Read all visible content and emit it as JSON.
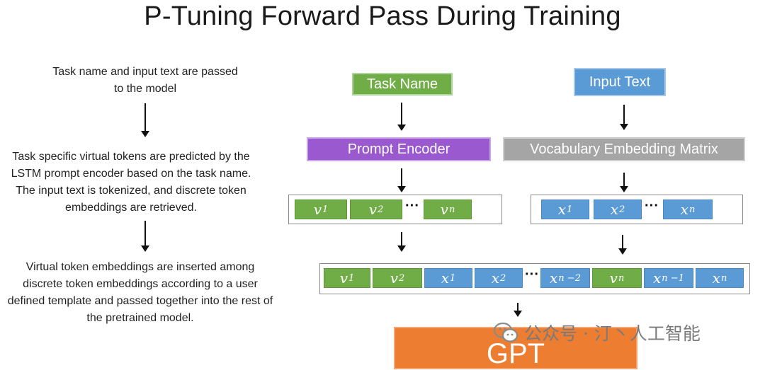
{
  "title": "P-Tuning Forward Pass During Training",
  "steps": [
    "Task name and input text are passed to the model",
    "Task specific virtual tokens are predicted by the LSTM prompt encoder based on the task name. The input text is tokenized, and discrete token embeddings are retrieved.",
    "Virtual token embeddings are inserted among discrete token embeddings according to a user defined template and passed together into the rest of the pretrained model."
  ],
  "boxes": {
    "task_name": "Task Name",
    "input_text": "Input Text",
    "prompt_encoder": "Prompt Encoder",
    "vocab_matrix": "Vocabulary Embedding Matrix",
    "gpt": "GPT"
  },
  "virtual_tokens": [
    {
      "base": "v",
      "sub": "1"
    },
    {
      "base": "v",
      "sub": "2"
    },
    {
      "base": "v",
      "sub": "n"
    }
  ],
  "input_tokens": [
    {
      "base": "x",
      "sub": "1"
    },
    {
      "base": "x",
      "sub": "2"
    },
    {
      "base": "x",
      "sub": "n"
    }
  ],
  "combined_tokens": [
    {
      "base": "v",
      "sub": "1",
      "kind": "virtual"
    },
    {
      "base": "v",
      "sub": "2",
      "kind": "virtual"
    },
    {
      "base": "x",
      "sub": "1",
      "kind": "input"
    },
    {
      "base": "x",
      "sub": "2",
      "kind": "input"
    },
    {
      "base": "x",
      "sub": "n −2",
      "kind": "input"
    },
    {
      "base": "v",
      "sub": "n",
      "kind": "virtual"
    },
    {
      "base": "x",
      "sub": "n −1",
      "kind": "input"
    },
    {
      "base": "x",
      "sub": "n",
      "kind": "input"
    }
  ],
  "ellipsis": "···",
  "watermark": "公众号 · 汀丶人工智能",
  "colors": {
    "virtual": "#70ad47",
    "input": "#5b9bd5",
    "prompt_encoder": "#9b59d0",
    "vocab_matrix": "#a5a5a5",
    "gpt": "#ed7d31"
  }
}
